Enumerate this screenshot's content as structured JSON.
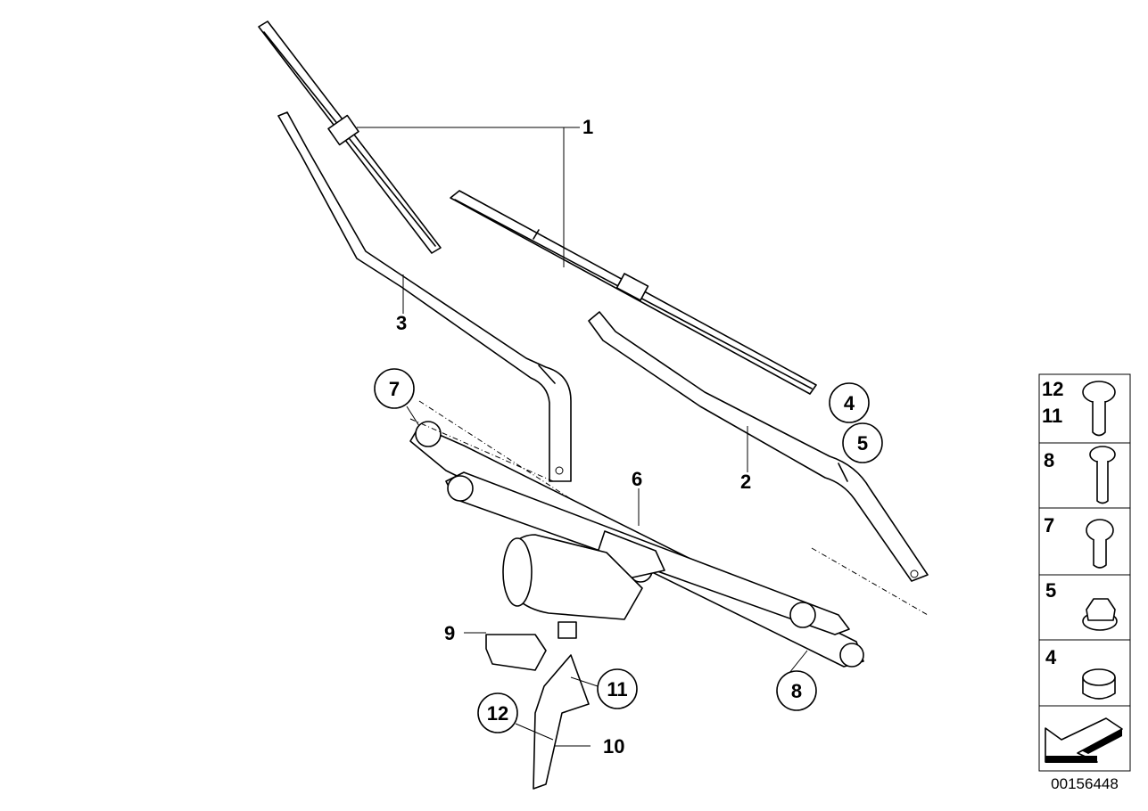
{
  "diagram": {
    "callouts": {
      "p1": "1",
      "p2": "2",
      "p3": "3",
      "p4": "4",
      "p5": "5",
      "p6": "6",
      "p7": "7",
      "p8": "8",
      "p9": "9",
      "p10": "10",
      "p11": "11",
      "p12": "12"
    },
    "legend": {
      "row1_a": "12",
      "row1_b": "11",
      "row2": "8",
      "row3": "7",
      "row4": "5",
      "row5": "4"
    },
    "image_code": "00156448"
  }
}
